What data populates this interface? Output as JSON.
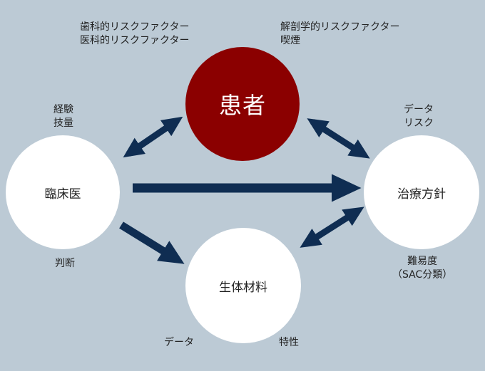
{
  "nodes": {
    "patient": "患者",
    "clinician": "臨床医",
    "treatment": "治療方針",
    "biomaterial": "生体材料"
  },
  "labels": {
    "dental_risk": "歯科的リスクファクター",
    "medical_risk": "医科的リスクファクター",
    "anatomical_risk": "解剖学的リスクファクター",
    "smoking": "喫煙",
    "experience": "経験",
    "skill": "技量",
    "data_top": "データ",
    "risk_top": "リスク",
    "judgment": "判断",
    "difficulty": "難易度",
    "sac": "（SAC分類）",
    "data_bottom": "データ",
    "properties": "特性"
  },
  "colors": {
    "background": "#bccad5",
    "patient": "#8b0000",
    "arrow": "#0f2d52",
    "node": "#ffffff"
  }
}
